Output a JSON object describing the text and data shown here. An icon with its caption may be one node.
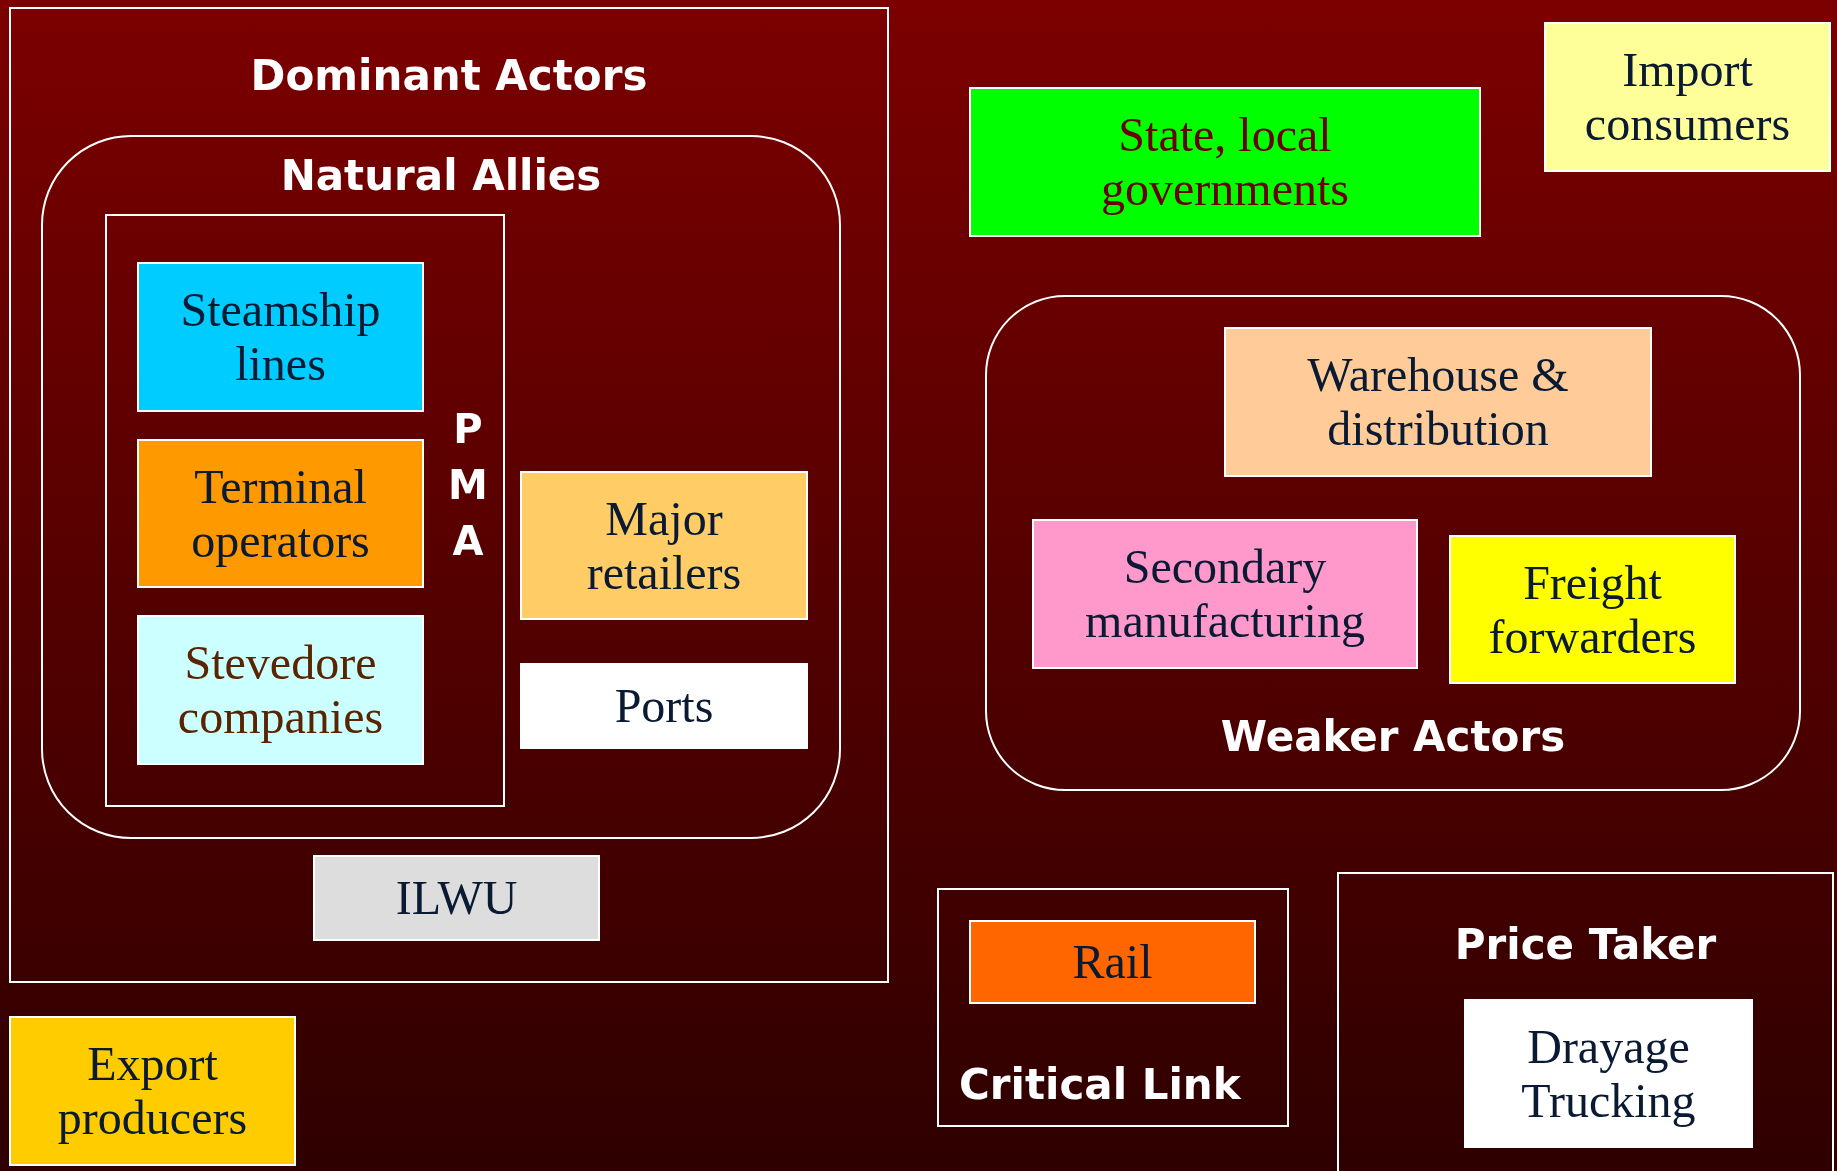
{
  "diagram": {
    "nodes": [
      {
        "text": [
          "Dominant Actors"
        ]
      },
      {
        "text": [
          "Natural Allies"
        ],
        "in": 0
      },
      {
        "text": [
          "PMA"
        ],
        "in": 1
      },
      {
        "text": [
          "Steamship lines"
        ],
        "in": 2
      },
      {
        "text": [
          "Terminal operators"
        ],
        "in": 2
      },
      {
        "text": [
          "Stevedore companies"
        ],
        "in": 2
      },
      {
        "text": [
          "Major retailers"
        ],
        "in": 1
      },
      {
        "text": [
          "Ports"
        ],
        "in": 1
      },
      {
        "text": [
          "ILWU"
        ],
        "in": 0
      },
      {
        "text": [
          "Export producers"
        ]
      },
      {
        "text": [
          "State, local governments"
        ]
      },
      {
        "text": [
          "Import consumers"
        ]
      },
      {
        "text": [
          "Weaker Actors"
        ]
      },
      {
        "text": [
          "Warehouse & distribution"
        ],
        "in": 12
      },
      {
        "text": [
          "Secondary manufacturing"
        ],
        "in": 12
      },
      {
        "text": [
          "Freight forwarders"
        ],
        "in": 12
      },
      {
        "text": [
          "Critical Link"
        ]
      },
      {
        "text": [
          "Rail"
        ],
        "in": 16
      },
      {
        "text": [
          "Price Taker"
        ]
      },
      {
        "text": [
          "Drayage Trucking"
        ],
        "in": 18
      }
    ]
  }
}
